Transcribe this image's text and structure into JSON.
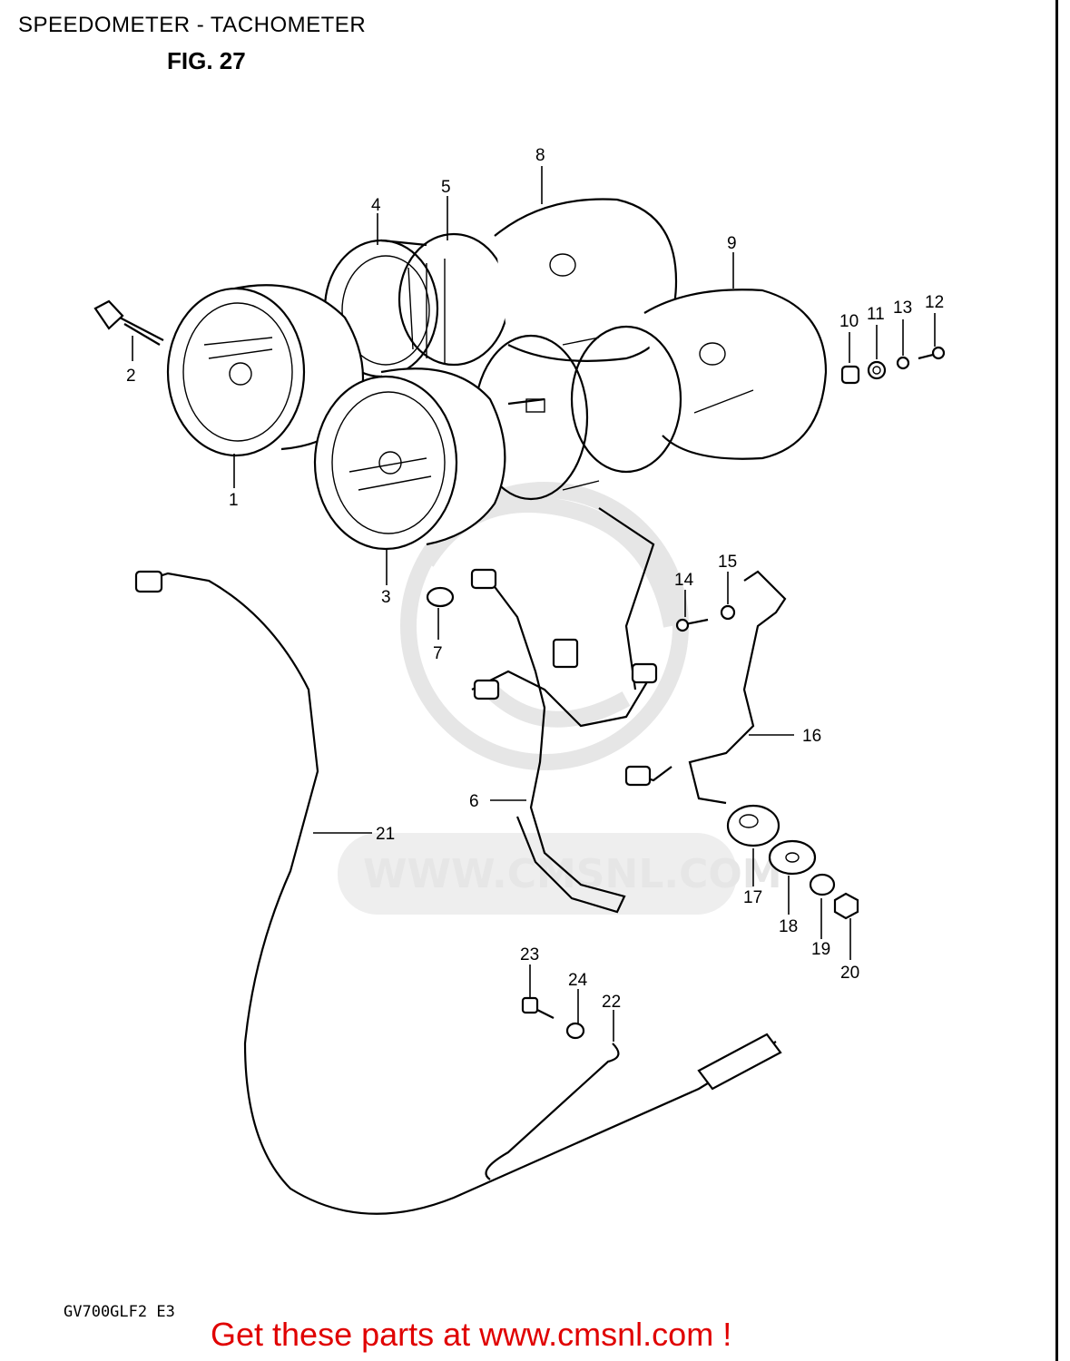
{
  "header": {
    "title": "SPEEDOMETER - TACHOMETER",
    "figure": "FIG. 27"
  },
  "watermark": {
    "text": "WWW.CMSNL.COM",
    "logo": "CMS"
  },
  "callouts": {
    "c1": "1",
    "c2": "2",
    "c3": "3",
    "c4": "4",
    "c5": "5",
    "c6": "6",
    "c7": "7",
    "c8": "8",
    "c9": "9",
    "c10": "10",
    "c11": "11",
    "c12": "12",
    "c13": "13",
    "c14": "14",
    "c15": "15",
    "c16": "16",
    "c17": "17",
    "c18": "18",
    "c19": "19",
    "c20": "20",
    "c21": "21",
    "c22": "22",
    "c23": "23",
    "c24": "24"
  },
  "model_code": "GV700GLF2  E3",
  "footer": {
    "text": "Get these parts at www.cmsnl.com !",
    "color": "#e00000"
  }
}
